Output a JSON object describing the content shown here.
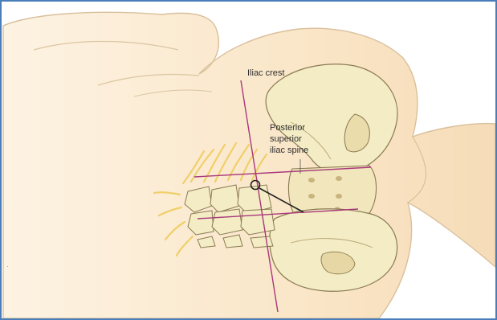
{
  "figure": {
    "labels": {
      "iliac_crest": "Iliac crest",
      "psis_line1": "Posterior",
      "psis_line2": "superior",
      "psis_line3": "iliac spine"
    }
  },
  "colors": {
    "frame": "#4a7ebb",
    "skin": "#fae6c8",
    "skin_outline": "#d9c09c",
    "bone": "#f3ecc4",
    "bone_outline": "#8a7a52",
    "nerve": "#f0cf6a",
    "guide_line": "#a8387a",
    "needle": "#222222"
  }
}
